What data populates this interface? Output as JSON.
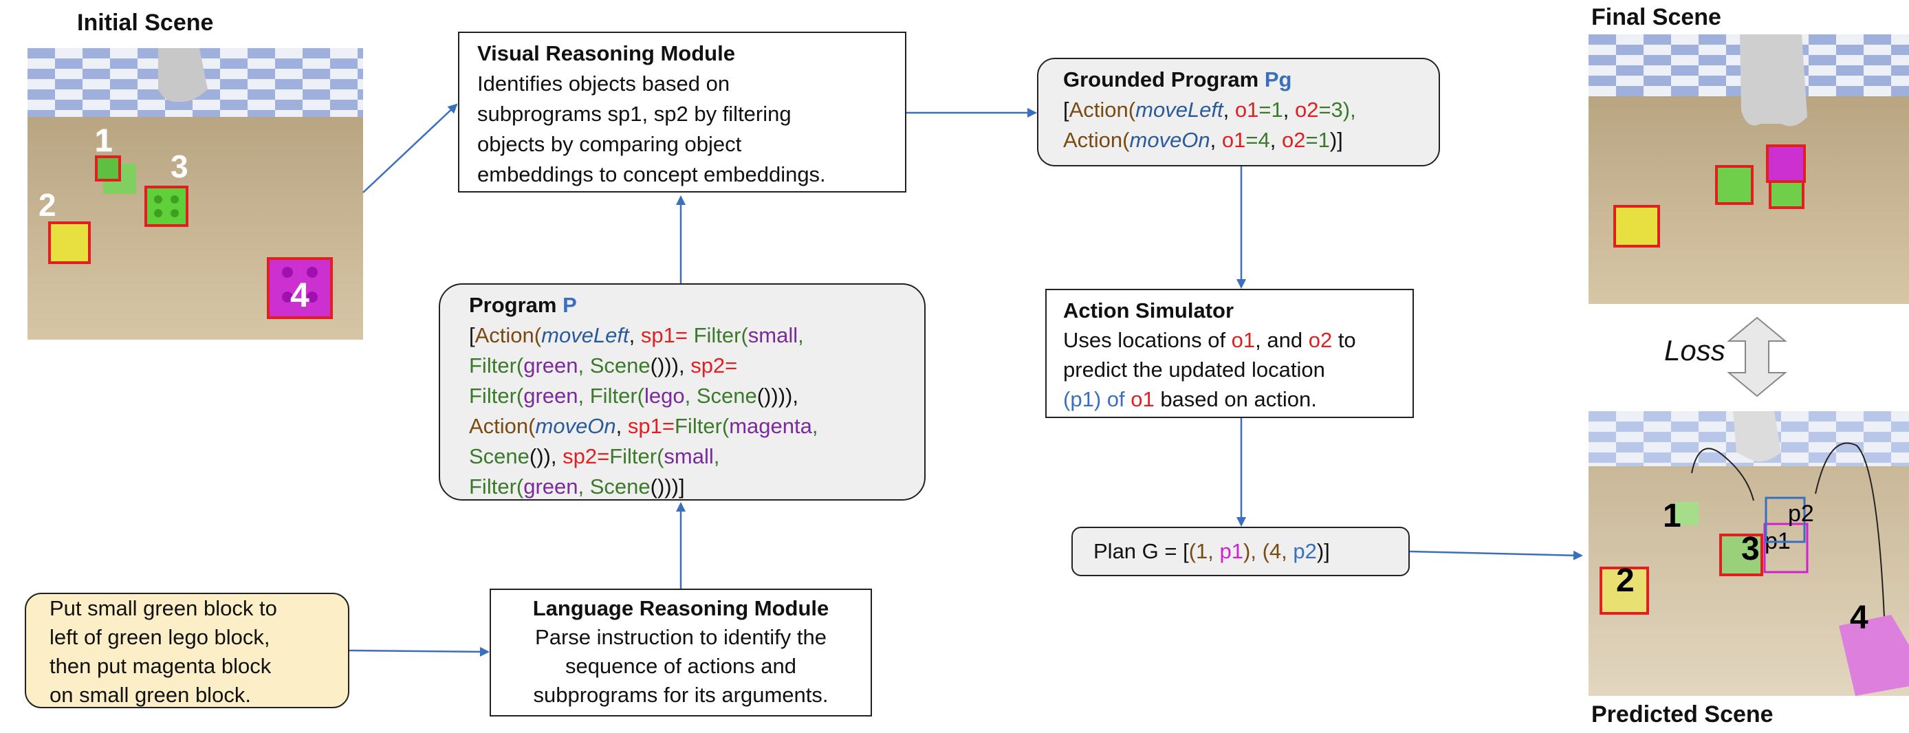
{
  "initial_scene": {
    "title": "Initial Scene",
    "labels": [
      "1",
      "2",
      "3",
      "4"
    ]
  },
  "final_scene": {
    "title": "Final Scene"
  },
  "predicted_scene": {
    "title": "Predicted Scene",
    "labels": [
      "1",
      "2",
      "3",
      "4",
      "p1",
      "p2"
    ]
  },
  "loss_label": "Loss",
  "visual_module": {
    "title": "Visual Reasoning Module",
    "lines": [
      "Identifies objects based on",
      "subprograms sp1, sp2 by filtering",
      "objects by comparing  object",
      "embeddings to concept embeddings."
    ]
  },
  "program": {
    "title_prefix": "Program ",
    "title_var": "P",
    "line1": {
      "a": "[",
      "b": "Action",
      "c": "(",
      "d": "moveLeft",
      "e": ", ",
      "f": "sp1",
      "g": "= ",
      "h": "Filter",
      "i": "(",
      "j": "small",
      "k": ","
    },
    "line2": {
      "a": "Filter",
      "b": "(",
      "c": "green",
      "d": ", ",
      "e": "Scene",
      "f": "())), ",
      "g": "sp2",
      "h": "="
    },
    "line3": {
      "a": "Filter",
      "b": "(",
      "c": "green",
      "d": ", ",
      "e": "Filter",
      "f": "(",
      "g": "lego",
      "h": ", ",
      "i": "Scene",
      "j": "()))),"
    },
    "line4": {
      "a": "Action",
      "b": "(",
      "c": "moveOn",
      "d": ", ",
      "e": "sp1",
      "f": "=",
      "g": "Filter",
      "h": "(",
      "i": "magenta",
      "j": ","
    },
    "line5": {
      "a": "Scene",
      "b": "()), ",
      "c": "sp2",
      "d": "=",
      "e": "Filter",
      "f": "(",
      "g": "small",
      "h": ","
    },
    "line6": {
      "a": "Filter",
      "b": "(",
      "c": "green",
      "d": ", ",
      "e": "Scene",
      "f": "()))]"
    }
  },
  "language_module": {
    "title": "Language Reasoning Module",
    "lines": [
      "Parse instruction to identify the",
      "sequence of actions and",
      "subprograms for its arguments."
    ]
  },
  "instruction": {
    "lines": [
      "Put small green block to",
      "left of green lego block,",
      "then put magenta block",
      "on small green block."
    ]
  },
  "grounded_program": {
    "title_prefix": "Grounded Program ",
    "title_var": "Pg",
    "line1": {
      "a": "[",
      "b": "Action",
      "c": "(",
      "d": "moveLeft",
      "e": ", ",
      "f": "o1",
      "g": "=1",
      "h": ", ",
      "i": "o2",
      "j": "=3),"
    },
    "line2": {
      "a": "Action",
      "b": "(",
      "c": "moveOn",
      "d": ", ",
      "e": "o1",
      "f": "=4",
      "g": ", ",
      "h": "o2",
      "i": "=1",
      "j": ")]"
    }
  },
  "action_simulator": {
    "title": "Action Simulator",
    "l1a": "Uses locations of ",
    "l1b": "o1",
    "l1c": ", and ",
    "l1d": "o2",
    "l1e": "  to",
    "l2": "predict the updated location",
    "l3a": "(",
    "l3b": "p1",
    "l3c": ") of ",
    "l3d": "o1",
    "l3e": " based on action."
  },
  "plan": {
    "a": "Plan G = [",
    "b": "(1, ",
    "c": "p1",
    "d": "), ",
    "e": "(4, ",
    "f": "p2",
    "g": ")]"
  },
  "colors": {
    "red": "#e02020",
    "blue": "#3a6fc0",
    "purple": "#7a2a9a",
    "green": "#3a7a2a",
    "brown": "#7a4a12",
    "magenta": "#d020d0"
  }
}
